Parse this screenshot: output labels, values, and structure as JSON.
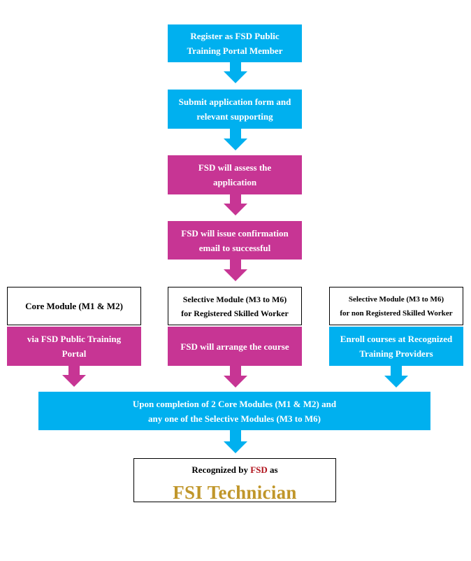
{
  "steps": {
    "register": [
      "Register as FSD Public",
      "Training Portal Member"
    ],
    "submit": [
      "Submit application form and",
      "relevant supporting"
    ],
    "assess": [
      "FSD will assess the",
      "application"
    ],
    "confirm": [
      "FSD will issue confirmation",
      "email to successful"
    ]
  },
  "modules": {
    "core": "Core Module (M1 & M2)",
    "selective_registered": [
      "Selective Module (M3 to M6)",
      "for Registered Skilled Worker"
    ],
    "selective_non_registered": [
      "Selective Module (M3 to M6)",
      "for non Registered Skilled Worker"
    ]
  },
  "actions": {
    "core": [
      "via FSD Public Training",
      "Portal"
    ],
    "selective_registered": "FSD will arrange the course",
    "selective_non_registered": [
      "Enroll courses at Recognized",
      "Training Providers"
    ]
  },
  "completion": [
    "Upon completion of 2 Core Modules (M1 & M2) and",
    "any one of the Selective Modules (M3 to M6)"
  ],
  "result": {
    "prefix": "Recognized by",
    "org": "FSD",
    "suffix": "as",
    "title": "FSI Technician"
  },
  "colors": {
    "blue": "#00b0ef",
    "magenta": "#c73594",
    "fsd_red": "#b0121b",
    "gold": "#c0962a"
  }
}
